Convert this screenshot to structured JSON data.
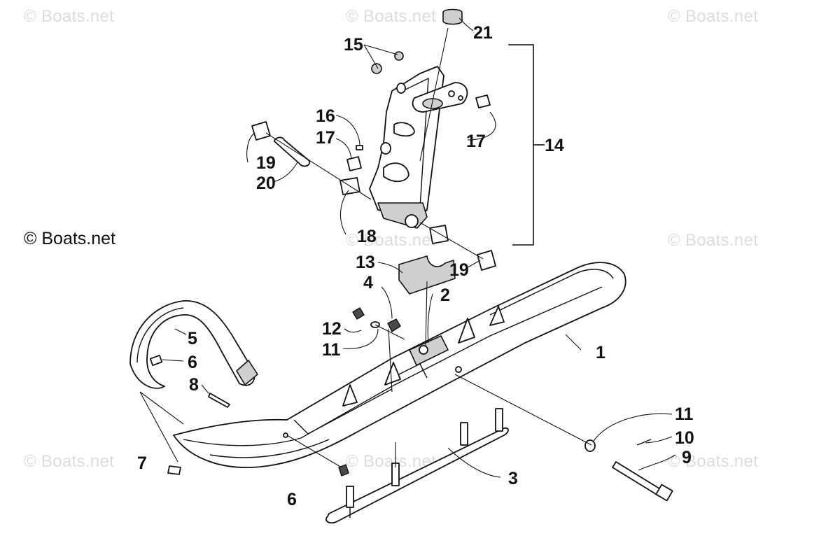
{
  "diagram": {
    "watermark": "© Boats.net",
    "credit": "© Boats.net",
    "callouts": {
      "c1": "1",
      "c2": "2",
      "c3": "3",
      "c4": "4",
      "c5": "5",
      "c6a": "6",
      "c6b": "6",
      "c7": "7",
      "c8": "8",
      "c9": "9",
      "c10": "10",
      "c11a": "11",
      "c11b": "11",
      "c12": "12",
      "c13": "13",
      "c14": "14",
      "c15": "15",
      "c16": "16",
      "c17a": "17",
      "c17b": "17",
      "c18": "18",
      "c19a": "19",
      "c19b": "19",
      "c20": "20",
      "c21": "21"
    }
  }
}
